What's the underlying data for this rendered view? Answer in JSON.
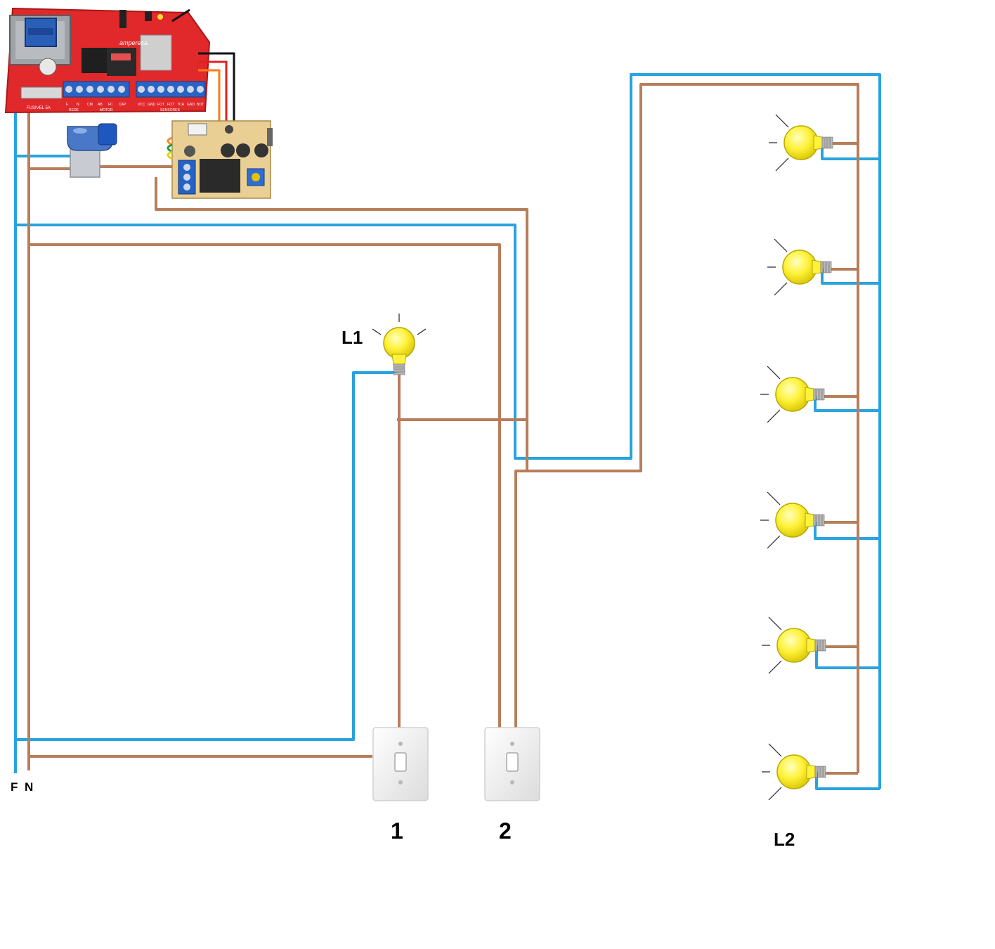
{
  "labels": {
    "lamp1": "L1",
    "lamp_group2": "L2",
    "switch1": "1",
    "switch2": "2",
    "phase": "F",
    "neutral": "N"
  },
  "board": {
    "brand": "amperesa",
    "fuse": "FUSIVEL 5A",
    "terminals_left": [
      "F",
      "N",
      "CM",
      "AB",
      "FC",
      "CAP"
    ],
    "terminals_right": [
      "VCC",
      "GND",
      "FOT",
      "FOT",
      "TCA",
      "GND",
      "BOT"
    ],
    "group_rede": "REDE",
    "group_motor": "MOTOR",
    "group_sensores": "SENSORES"
  },
  "colors": {
    "phase_wire": "#29a3dd",
    "neutral_wire": "#b77e5a",
    "board": "#e1282a",
    "bulb": "#fff23a",
    "relay_board": "#e9cf94"
  }
}
